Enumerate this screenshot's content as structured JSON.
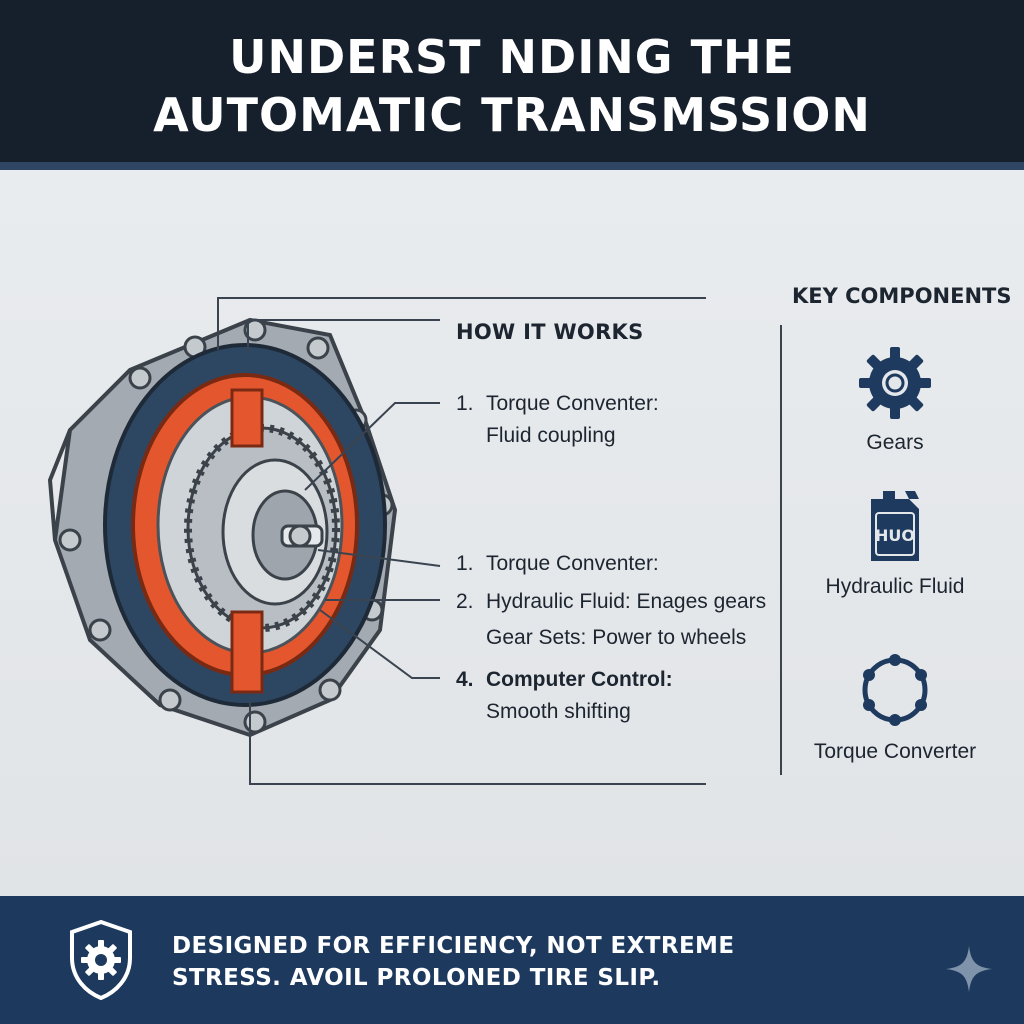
{
  "header": {
    "title_line1": "UNDERST NDING THE",
    "title_line2": "AUTOMATIC TRANSMSSION"
  },
  "how_it_works": {
    "title": "HOW IT WORKS",
    "steps": [
      {
        "number": "1.",
        "name": "Torque Conventer:",
        "description": "Fluid coupling",
        "bold": false
      },
      {
        "number": "1.",
        "name": "Torque Conventer:",
        "description": "",
        "bold": false
      },
      {
        "number": "2.",
        "name": "Hydraulic Fluid: Enages gears",
        "description": "Gear Sets: Power to wheels",
        "bold": false
      },
      {
        "number": "4.",
        "name": "Computer Control:",
        "description": "Smooth shifting",
        "bold": true
      }
    ]
  },
  "key_components": {
    "title": "KEY COMPONENTS",
    "items": [
      {
        "label": "Gears",
        "icon": "gear-icon"
      },
      {
        "label": "Hydraulic Fluid",
        "icon": "fluid-canister-icon",
        "icon_text": "HUO"
      },
      {
        "label": "Torque Converter",
        "icon": "torque-converter-ring-icon"
      }
    ]
  },
  "footer": {
    "line1": "DESIGNED FOR EFFICIENCY, NOT EXTREME",
    "line2": "STRESS. AVOIL PROLONED TIRE SLIP.",
    "icon": "shield-gear-icon",
    "corner_icon": "sparkle-icon"
  },
  "colors": {
    "header_bg": "#16202c",
    "footer_bg": "#1d3a5e",
    "accent_orange": "#e4572e",
    "icon_navy": "#1e3a5f",
    "housing_gray": "#9aa1a8"
  }
}
